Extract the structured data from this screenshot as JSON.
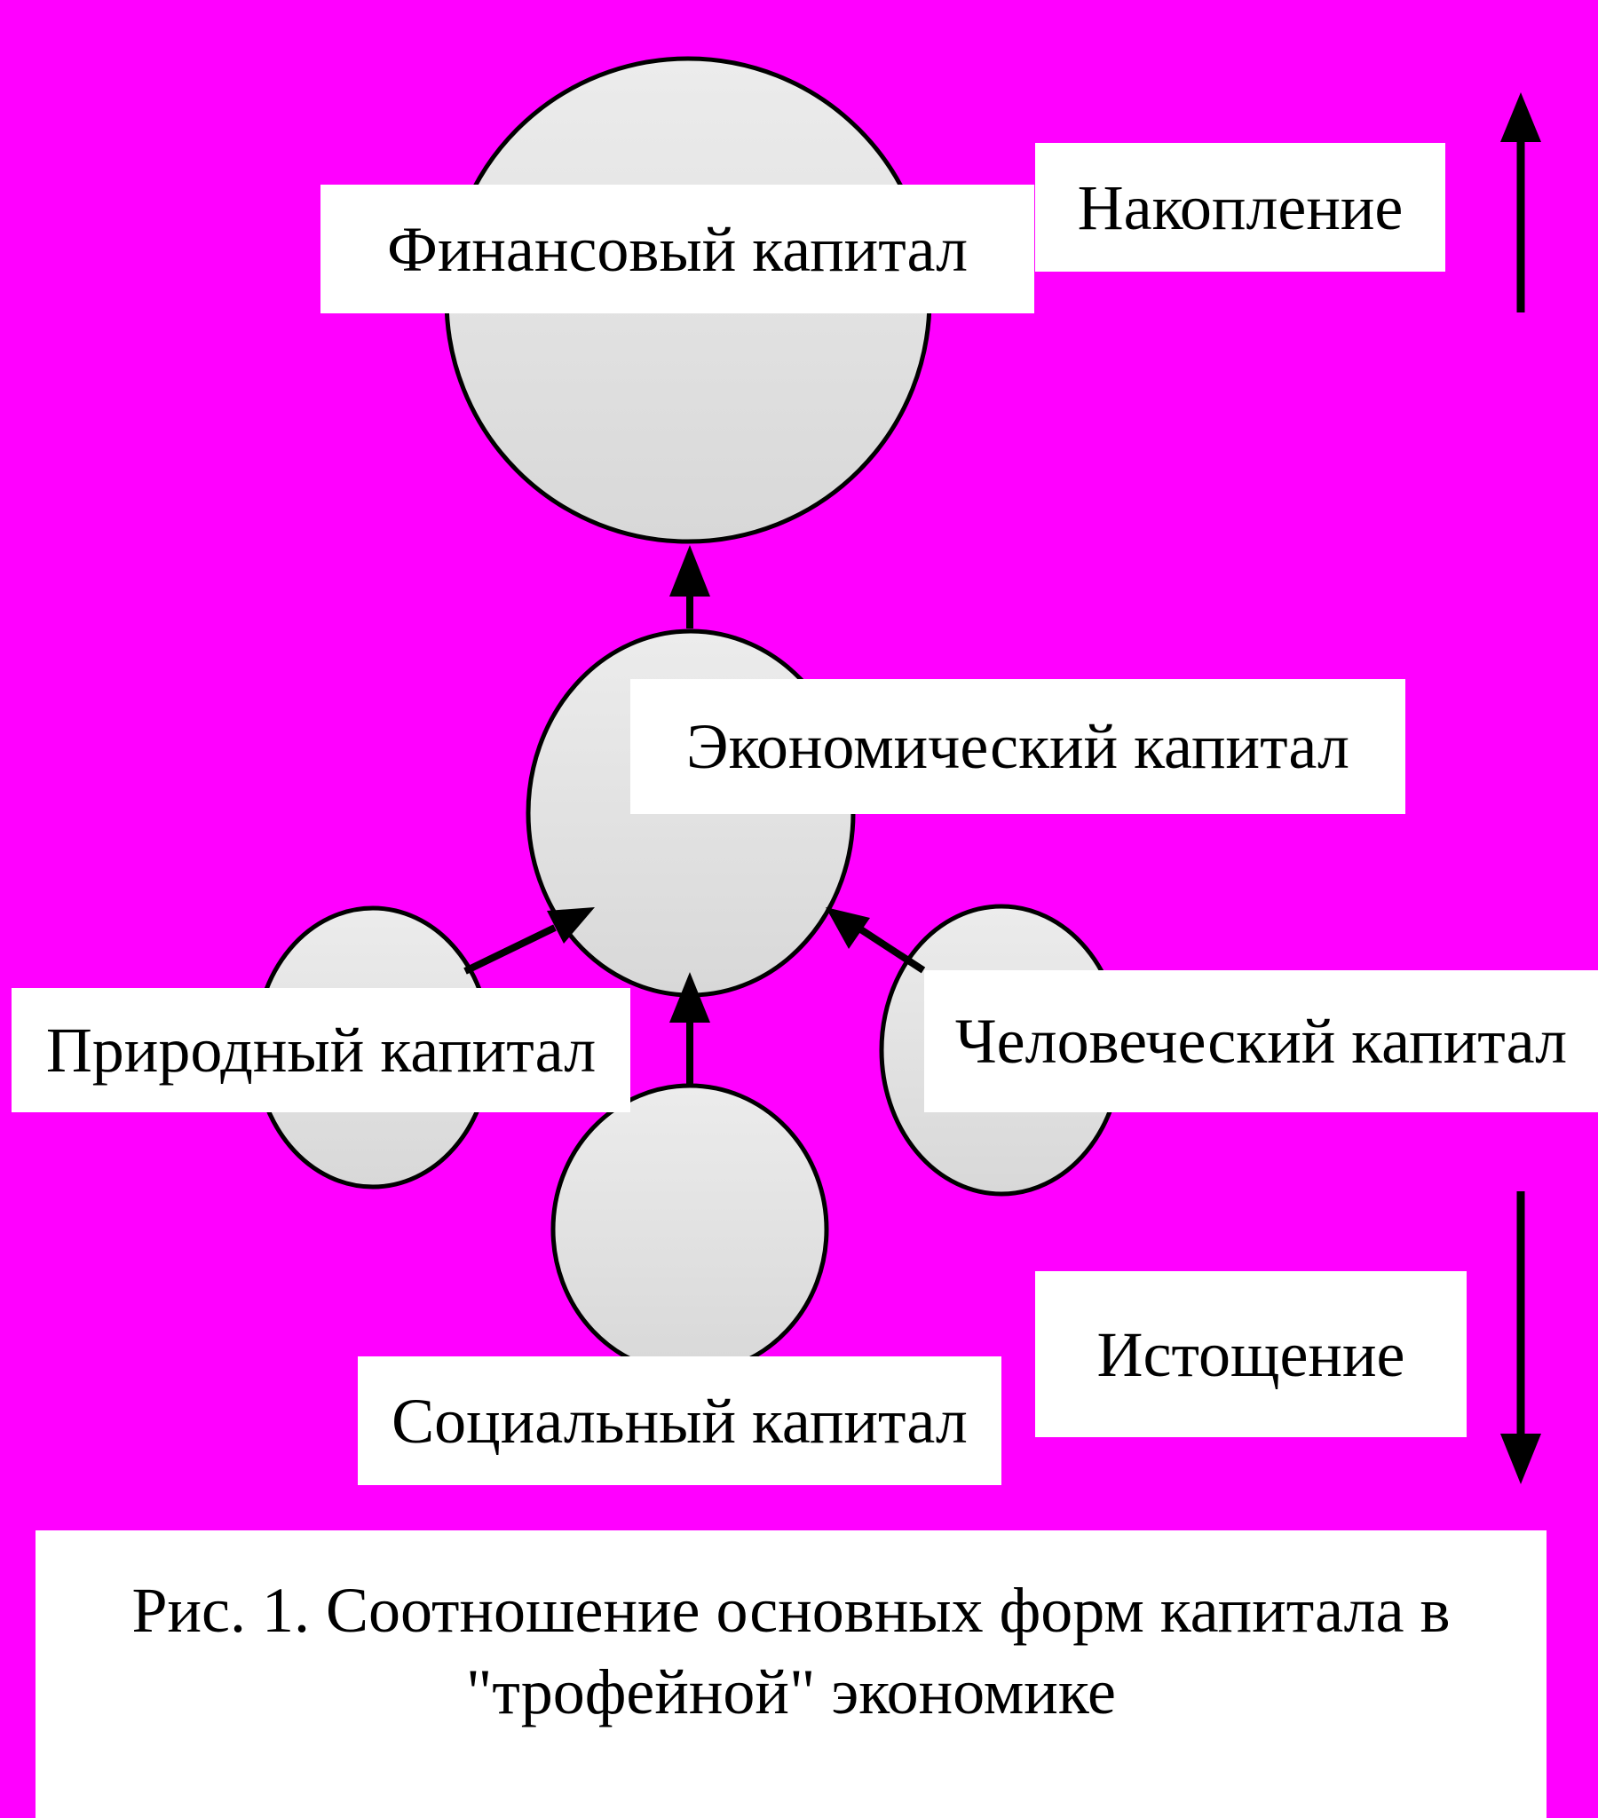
{
  "colors": {
    "background": "#ff00ff",
    "node_fill": "#e6e6e6",
    "label_box": "#ffffff",
    "stroke": "#000000"
  },
  "nodes": {
    "financial": "Финансовый капитал",
    "economic": "Экономический капитал",
    "natural": "Природный капитал",
    "human": "Человеческий капитал",
    "social": "Социальный капитал"
  },
  "trend": {
    "up": "Накопление",
    "down": "Истощение"
  },
  "caption": {
    "line1": "Рис. 1. Соотношение основных форм капитала в",
    "line2": "\"трофейной\" экономике"
  }
}
